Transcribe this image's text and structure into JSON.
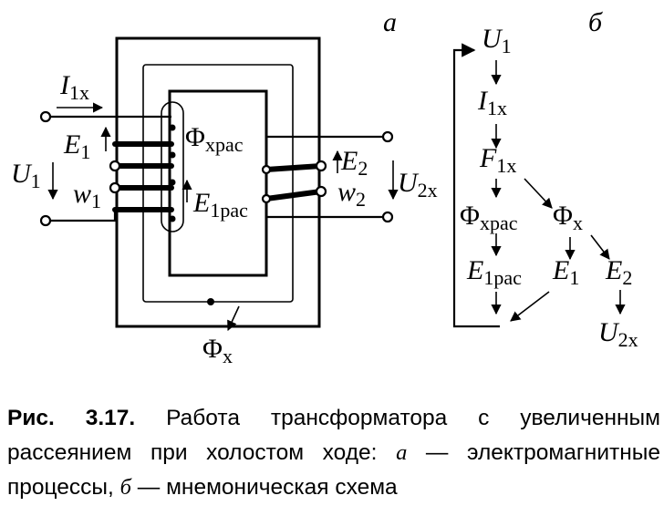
{
  "figure": {
    "part_a_label": "а",
    "part_b_label": "б",
    "circuit": {
      "I1x": {
        "main": "I",
        "sub": "1x"
      },
      "E1": {
        "main": "E",
        "sub": "1"
      },
      "U1": {
        "main": "U",
        "sub": "1"
      },
      "w1": {
        "main": "w",
        "sub": "1"
      },
      "Phi_xras": {
        "main": "Φ",
        "sub": "xpac"
      },
      "E1ras": {
        "main": "E",
        "sub": "1pac"
      },
      "E2": {
        "main": "E",
        "sub": "2"
      },
      "U2x": {
        "main": "U",
        "sub": "2x"
      },
      "w2": {
        "main": "w",
        "sub": "2"
      },
      "Phi_x": {
        "main": "Φ",
        "sub": "x"
      }
    },
    "mnemonic": {
      "U1": {
        "main": "U",
        "sub": "1"
      },
      "I1x": {
        "main": "I",
        "sub": "1x"
      },
      "F1x": {
        "main": "F",
        "sub": "1x"
      },
      "Phi_xras": {
        "main": "Φ",
        "sub": "xpac"
      },
      "Phi_x": {
        "main": "Φ",
        "sub": "x"
      },
      "E1ras": {
        "main": "E",
        "sub": "1pac"
      },
      "E1": {
        "main": "E",
        "sub": "1"
      },
      "E2": {
        "main": "E",
        "sub": "2"
      },
      "U2x": {
        "main": "U",
        "sub": "2x"
      }
    }
  },
  "caption": {
    "label": "Рис. 3.17.",
    "text_1": " Работа трансформатора с увеличенным рассеянием при холостом ходе: ",
    "a": "а",
    "text_2": " — электромагнитные процессы, ",
    "b": "б",
    "text_3": " — мнемоническая схема"
  }
}
